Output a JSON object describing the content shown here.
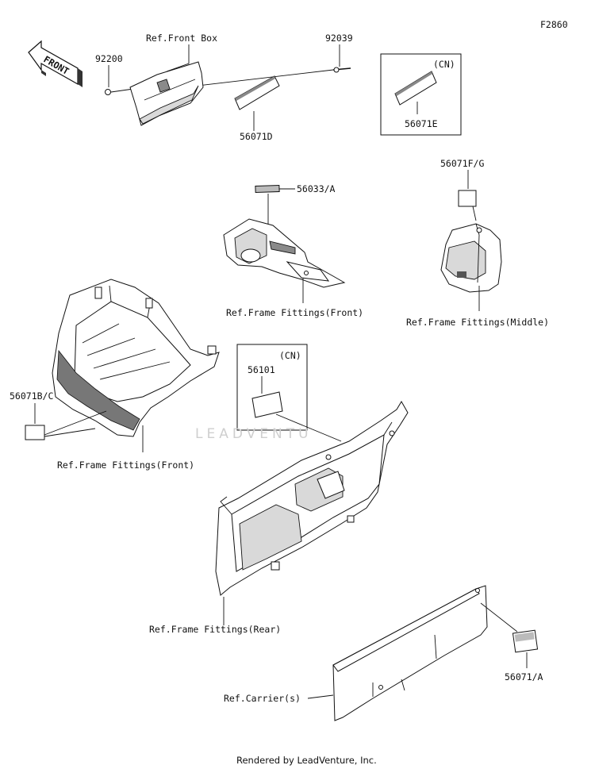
{
  "figure_code": "F2860",
  "direction_label": "FRONT",
  "watermark": "LEADVENTU",
  "footer": "Rendered by LeadVenture, Inc.",
  "labels": {
    "ref_front_box": "Ref.Front Box",
    "p92039": "92039",
    "p92200": "92200",
    "p56071D": "56071D",
    "cn_top": "(CN)",
    "p56071E": "56071E",
    "p56071FG": "56071F/G",
    "p56033A": "56033/A",
    "ref_frame_front_1": "Ref.Frame Fittings(Front)",
    "ref_frame_middle": "Ref.Frame Fittings(Middle)",
    "p56071BC": "56071B/C",
    "cn_mid": "(CN)",
    "p56101": "56101",
    "ref_frame_front_2": "Ref.Frame Fittings(Front)",
    "ref_frame_rear": "Ref.Frame Fittings(Rear)",
    "p56071A": "56071/A",
    "ref_carrier": "Ref.Carrier(s)"
  }
}
